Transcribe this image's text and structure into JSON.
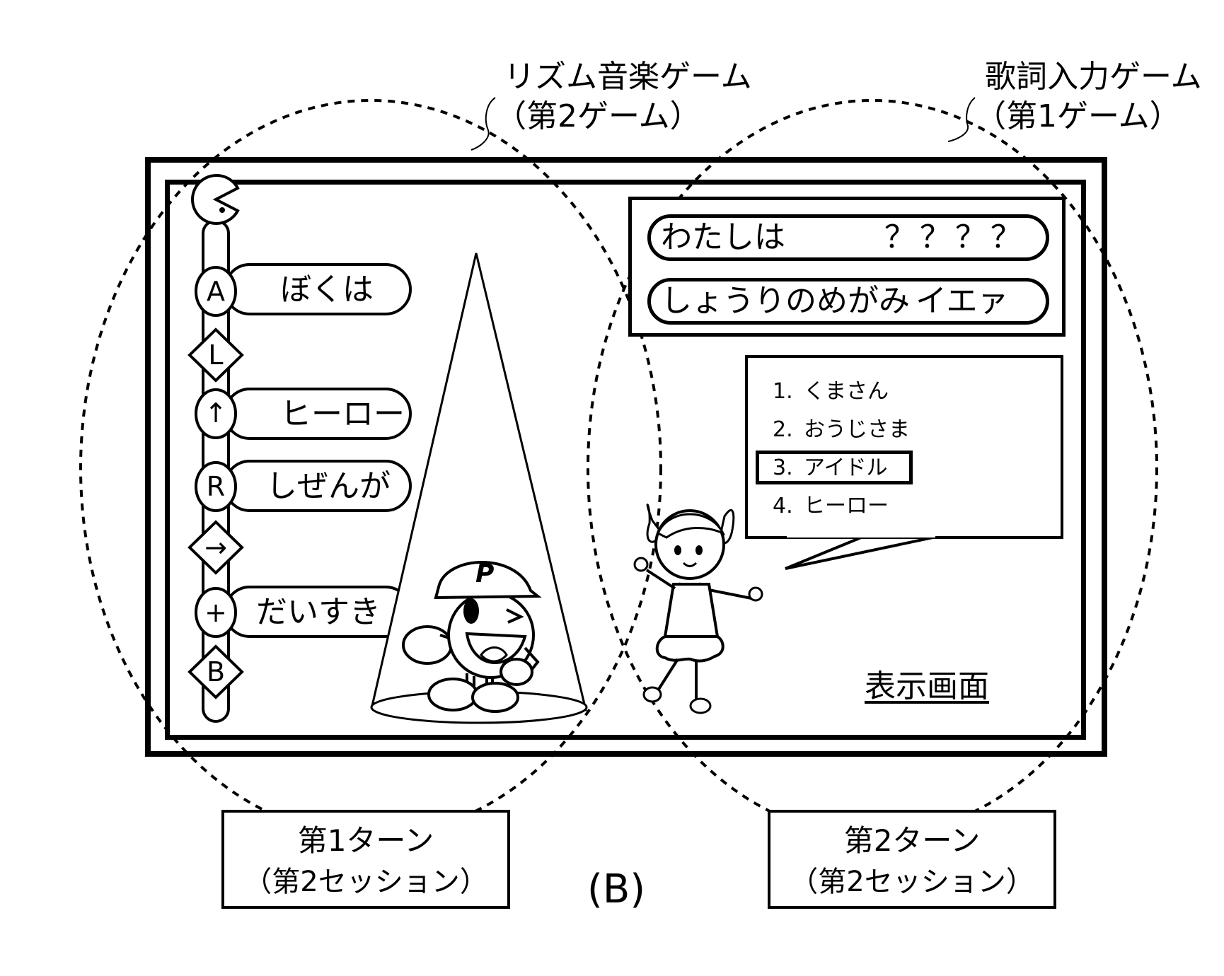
{
  "callouts": {
    "left": {
      "line1": "リズム音楽ゲーム",
      "line2": "（第2ゲーム）"
    },
    "right": {
      "line1": "歌詞入力ゲーム",
      "line2": "（第1ゲーム）"
    }
  },
  "rhythm_game": {
    "notes": [
      {
        "icon": "pacman-icon",
        "symbol": ""
      },
      {
        "icon": "a-button-icon",
        "symbol": "A",
        "lyric": "ぼくは"
      },
      {
        "icon": "l-button-icon",
        "symbol": "L"
      },
      {
        "icon": "up-arrow-icon",
        "symbol": "↑",
        "lyric": "ヒーロー"
      },
      {
        "icon": "r-button-icon",
        "symbol": "R",
        "lyric": "しぜんが"
      },
      {
        "icon": "right-arrow-icon",
        "symbol": "→"
      },
      {
        "icon": "plus-button-icon",
        "symbol": "+",
        "lyric": "だいすき"
      },
      {
        "icon": "b-button-icon",
        "symbol": "B"
      }
    ],
    "character_cap_letter": "P"
  },
  "lyric_game": {
    "line1": {
      "start": "わたしは",
      "blank": "？？？？"
    },
    "line2": {
      "start": "しょうりのめがみ",
      "end": "イエァ"
    },
    "choices": [
      {
        "num": "1.",
        "label": "くまさん"
      },
      {
        "num": "2.",
        "label": "おうじさま"
      },
      {
        "num": "3.",
        "label": "アイドル"
      },
      {
        "num": "4.",
        "label": "ヒーロー"
      }
    ],
    "selected_index": 2
  },
  "screen_label": "表示画面",
  "turns": {
    "left": {
      "line1": "第1ターン",
      "line2": "（第2セッション）"
    },
    "right": {
      "line1": "第2ターン",
      "line2": "（第2セッション）"
    }
  },
  "figure_label": "(B)",
  "colors": {
    "ink": "#000000",
    "paper": "#ffffff"
  }
}
